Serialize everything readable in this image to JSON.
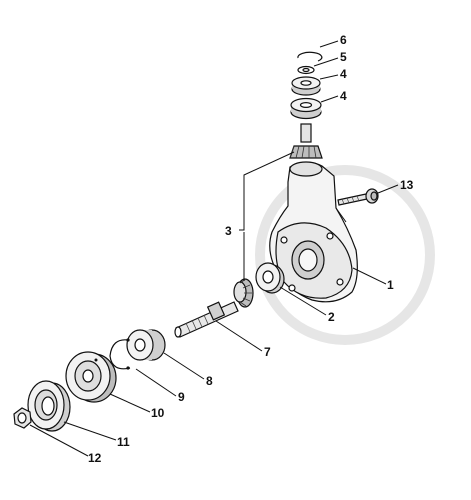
{
  "parts": [
    {
      "id": "1",
      "label": "1"
    },
    {
      "id": "2",
      "label": "2"
    },
    {
      "id": "3",
      "label": "3"
    },
    {
      "id": "4a",
      "label": "4"
    },
    {
      "id": "4b",
      "label": "4"
    },
    {
      "id": "5",
      "label": "5"
    },
    {
      "id": "6",
      "label": "6"
    },
    {
      "id": "7",
      "label": "7"
    },
    {
      "id": "8",
      "label": "8"
    },
    {
      "id": "9",
      "label": "9"
    },
    {
      "id": "10",
      "label": "10"
    },
    {
      "id": "11",
      "label": "11"
    },
    {
      "id": "12",
      "label": "12"
    },
    {
      "id": "13",
      "label": "13"
    }
  ]
}
